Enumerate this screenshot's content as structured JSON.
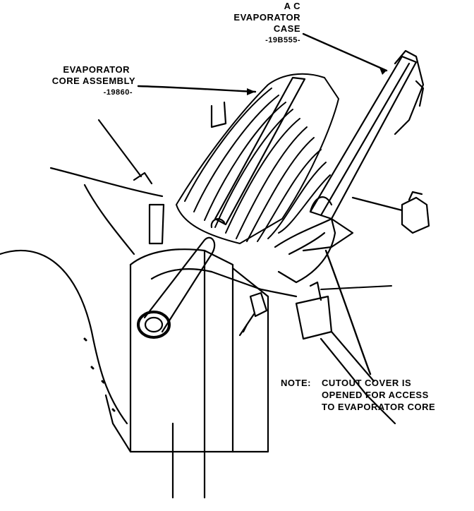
{
  "labels": {
    "evap_case": {
      "line1": "A C",
      "line2": "EVAPORATOR",
      "line3": "CASE",
      "part": "-19B555-"
    },
    "core_assembly": {
      "line1": "EVAPORATOR",
      "line2": "CORE ASSEMBLY",
      "part": "-19860-"
    },
    "note": {
      "prefix": "NOTE:",
      "line1": "CUTOUT COVER IS",
      "line2": "OPENED FOR ACCESS",
      "line3": "TO EVAPORATOR CORE"
    }
  },
  "colors": {
    "ink": "#000000",
    "paper": "#ffffff"
  }
}
